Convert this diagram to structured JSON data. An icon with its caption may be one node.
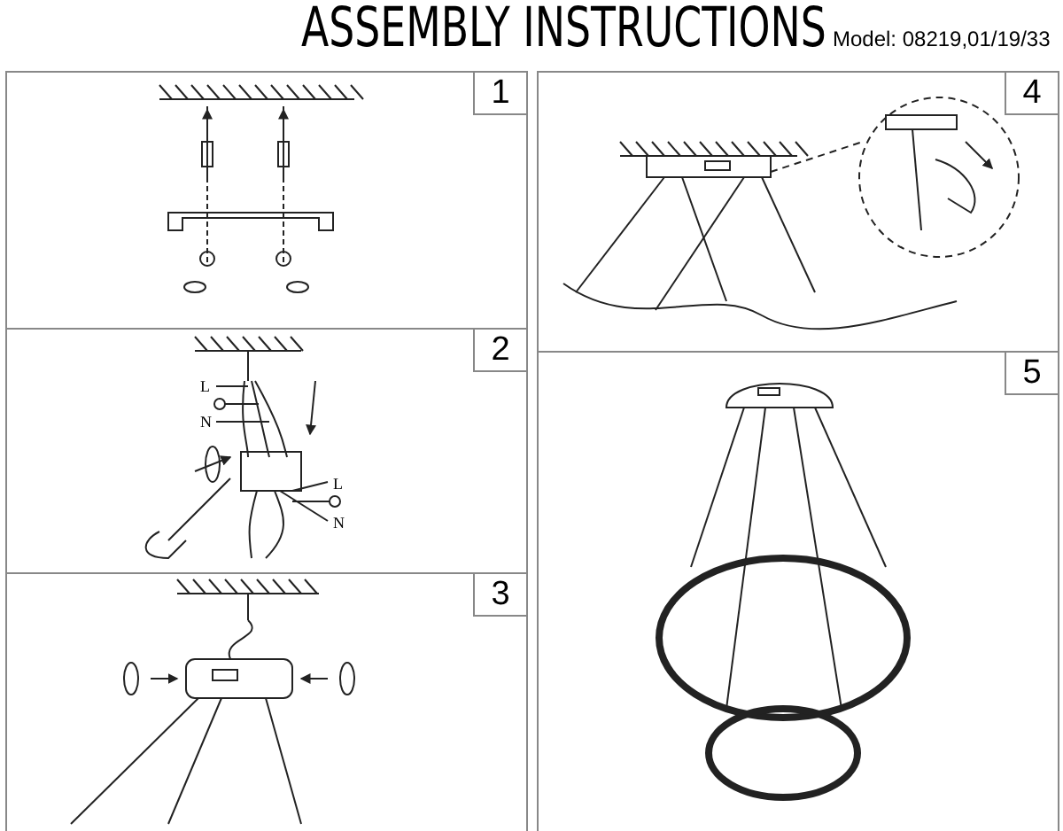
{
  "diagram": {
    "title": "ASSEMBLY INSTRUCTIONS",
    "nodes": [
      {
        "text": [
          "1"
        ]
      },
      {
        "text": [
          "2"
        ]
      },
      {
        "text": [
          "3"
        ]
      },
      {
        "text": [
          "4"
        ]
      },
      {
        "text": [
          "5"
        ]
      }
    ],
    "labels": [
      "Model: 08219,01/19/33",
      "L",
      "N",
      "L",
      "N"
    ]
  }
}
